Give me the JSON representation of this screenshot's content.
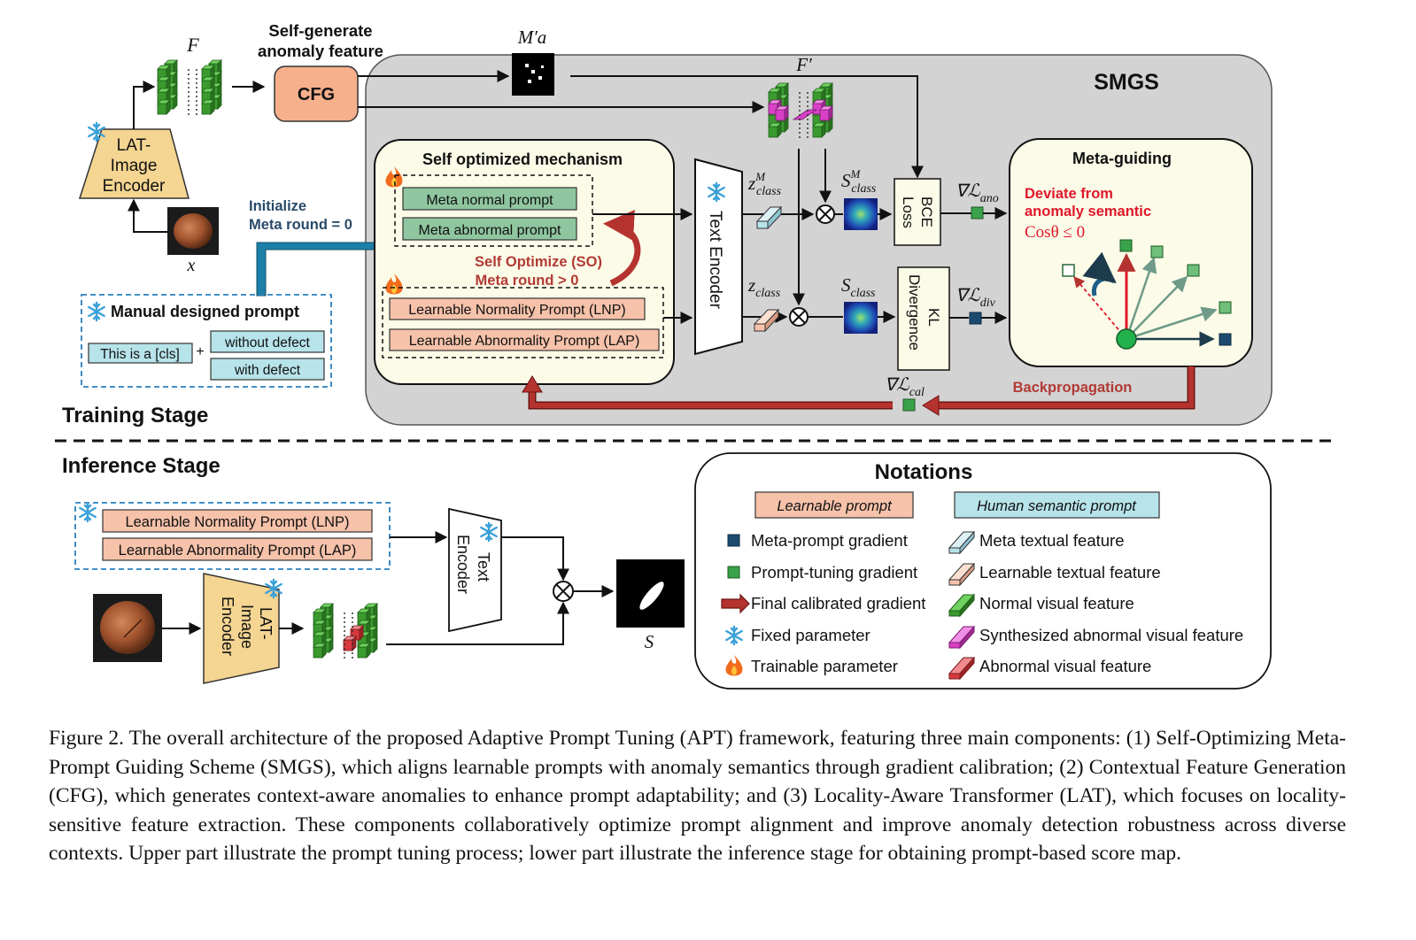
{
  "colors": {
    "smgs_bg": "#d3d3d3",
    "cream": "#fbfbe8",
    "prompt_green": "#8fc69f",
    "prompt_pink": "#f6c2aa",
    "human_blue": "#b7e3ea",
    "cfg_orange": "#f6b08c",
    "lat_yellow": "#f4d591",
    "arrow_red": "#b5332f",
    "arrow_blue": "#1d7fa8",
    "red_text": "#e0182a",
    "dark_red_text": "#b23a35",
    "voxel_green": "#3a9a2e",
    "voxel_magenta": "#d940c8",
    "grad_green": "#3aa24a",
    "grad_navy": "#1b4a6e",
    "text_dark": "#111111"
  },
  "training": {
    "stage_label": "Training Stage",
    "F_label": "F",
    "self_generate_line1": "Self-generate",
    "self_generate_line2": "anomaly feature",
    "cfg_label": "CFG",
    "ma_label": "M′a",
    "fprime_label": "F′",
    "smgs_label": "SMGS",
    "lat_line1": "LAT-",
    "lat_line2": "Image",
    "lat_line3": "Encoder",
    "x_label": "x",
    "initialize_line1": "Initialize",
    "initialize_line2": "Meta round = 0",
    "manual_title": "Manual designed prompt",
    "this_is_a": "This is a [cls]",
    "plus": "+",
    "without_defect": "without defect",
    "with_defect": "with defect",
    "som_title": "Self optimized mechanism",
    "meta_normal_prompt": "Meta normal prompt",
    "meta_abnormal_prompt": "Meta abnormal prompt",
    "so_line1": "Self Optimize (SO)",
    "so_line2": "Meta round > 0",
    "lnp": "Learnable Normality Prompt (LNP)",
    "lap": "Learnable Abnormality Prompt (LAP)",
    "text_encoder": "Text Encoder",
    "zm_class": "z",
    "zm_sup": "M",
    "zm_sub": "class",
    "z_class": "z",
    "z_sub": "class",
    "sm_class": "S",
    "sm_sup": "M",
    "sm_sub": "class",
    "s_class": "S",
    "s_sub": "class",
    "bce_line1": "BCE",
    "bce_line2": "Loss",
    "kl_line1": "KL",
    "kl_line2": "Divergence",
    "grad_ano": "∇ℒ",
    "grad_ano_sub": "ano",
    "grad_div": "∇ℒ",
    "grad_div_sub": "div",
    "grad_cal": "∇ℒ",
    "grad_cal_sub": "cal",
    "meta_guiding": "Meta-guiding",
    "deviate_line1": "Deviate from",
    "deviate_line2": "anomaly semantic",
    "cos_rule": "Cosθ ≤ 0",
    "backprop": "Backpropagation"
  },
  "inference": {
    "stage_label": "Inference Stage",
    "lnp": "Learnable Normality Prompt (LNP)",
    "lap": "Learnable Abnormality Prompt (LAP)",
    "text_line1": "Text",
    "text_line2": "Encoder",
    "lat_line1": "LAT-",
    "lat_line2": "Image",
    "lat_line3": "Encoder",
    "s_label": "S"
  },
  "notations": {
    "title": "Notations",
    "learnable_prompt": "Learnable  prompt",
    "human_prompt": "Human semantic prompt",
    "left_items": [
      {
        "icon": "navy-square-icon",
        "label": "Meta-prompt gradient"
      },
      {
        "icon": "green-square-icon",
        "label": "Prompt-tuning gradient"
      },
      {
        "icon": "red-arrow-icon",
        "label": "Final calibrated gradient"
      },
      {
        "icon": "snowflake-icon",
        "label": "Fixed parameter"
      },
      {
        "icon": "flame-icon",
        "label": "Trainable parameter"
      }
    ],
    "right_items": [
      {
        "icon": "blue-prism-icon",
        "label": "Meta textual feature"
      },
      {
        "icon": "peach-prism-icon",
        "label": "Learnable textual feature"
      },
      {
        "icon": "green-prism-icon",
        "label": "Normal visual feature"
      },
      {
        "icon": "magenta-prism-icon",
        "label": "Synthesized abnormal visual feature"
      },
      {
        "icon": "red-prism-icon",
        "label": "Abnormal visual feature"
      }
    ]
  },
  "caption": "Figure 2. The overall architecture of the proposed Adaptive Prompt Tuning (APT) framework, featuring three main components: (1) Self-Optimizing Meta-Prompt Guiding Scheme (SMGS), which aligns learnable prompts with anomaly semantics through gradient calibration; (2) Contextual Feature Generation (CFG), which generates context-aware anomalies to enhance prompt adaptability; and (3) Locality-Aware Transformer (LAT), which focuses on locality-sensitive feature extraction. These components collaboratively optimize prompt alignment and improve anomaly detection robustness across diverse contexts. Upper part illustrate the prompt tuning process; lower part illustrate the inference stage for obtaining prompt-based score map."
}
